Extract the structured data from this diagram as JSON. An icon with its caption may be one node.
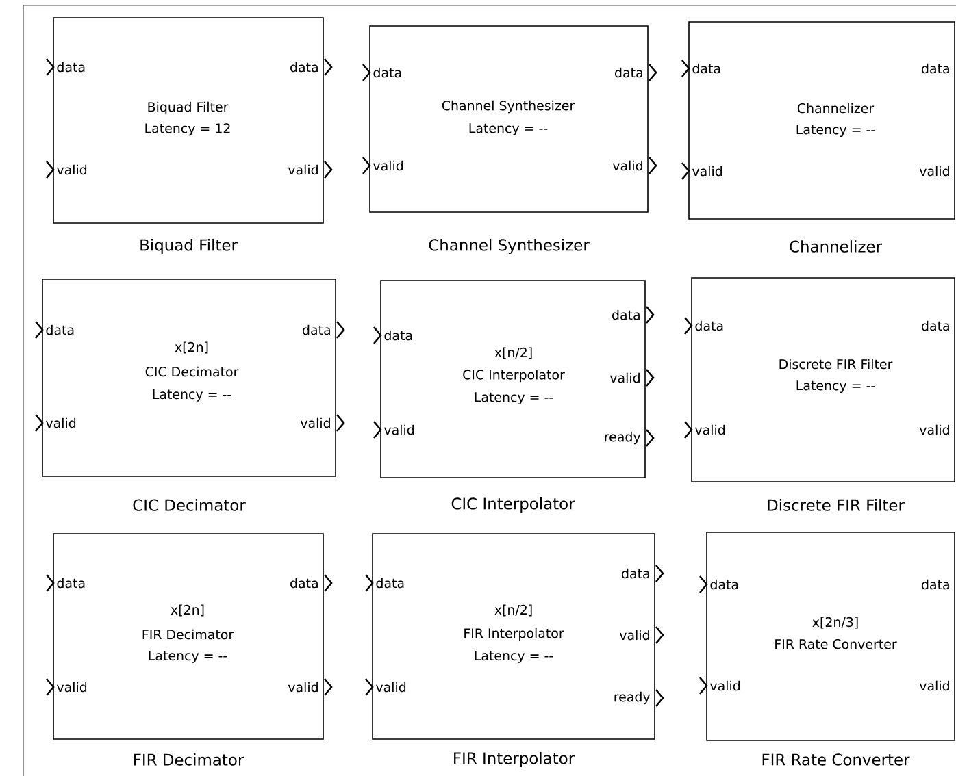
{
  "diagram": {
    "nodes": [
      {
        "text": [
          "data",
          "valid",
          "Biquad Filter",
          "Latency = 12",
          "data",
          "valid"
        ],
        "beside": [
          "Biquad Filter"
        ]
      },
      {
        "text": [
          "data",
          "valid",
          "Channel Synthesizer",
          "Latency = --",
          "data",
          "valid"
        ],
        "beside": [
          "Channel Synthesizer"
        ]
      },
      {
        "text": [
          "data",
          "valid",
          "Channelizer",
          "Latency = --",
          "data",
          "valid"
        ],
        "beside": [
          "Channelizer"
        ]
      },
      {
        "text": [
          "data",
          "valid",
          "x[2n]",
          "CIC Decimator",
          "Latency = --",
          "data",
          "valid"
        ],
        "beside": [
          "CIC Decimator"
        ]
      },
      {
        "text": [
          "data",
          "valid",
          "x[n/2]",
          "CIC Interpolator",
          "Latency = --",
          "data",
          "valid",
          "ready"
        ],
        "beside": [
          "CIC Interpolator"
        ]
      },
      {
        "text": [
          "data",
          "valid",
          "Discrete FIR Filter",
          "Latency = --",
          "data",
          "valid"
        ],
        "beside": [
          "Discrete FIR Filter"
        ]
      },
      {
        "text": [
          "data",
          "valid",
          "x[2n]",
          "FIR Decimator",
          "Latency = --",
          "data",
          "valid"
        ],
        "beside": [
          "FIR Decimator"
        ]
      },
      {
        "text": [
          "data",
          "valid",
          "x[n/2]",
          "FIR Interpolator",
          "Latency = --",
          "data",
          "valid",
          "ready"
        ],
        "beside": [
          "FIR Interpolator"
        ]
      },
      {
        "text": [
          "data",
          "valid",
          "x[2n/3]",
          "FIR Rate Converter",
          "data",
          "valid"
        ],
        "beside": [
          "FIR Rate Converter"
        ]
      }
    ]
  }
}
